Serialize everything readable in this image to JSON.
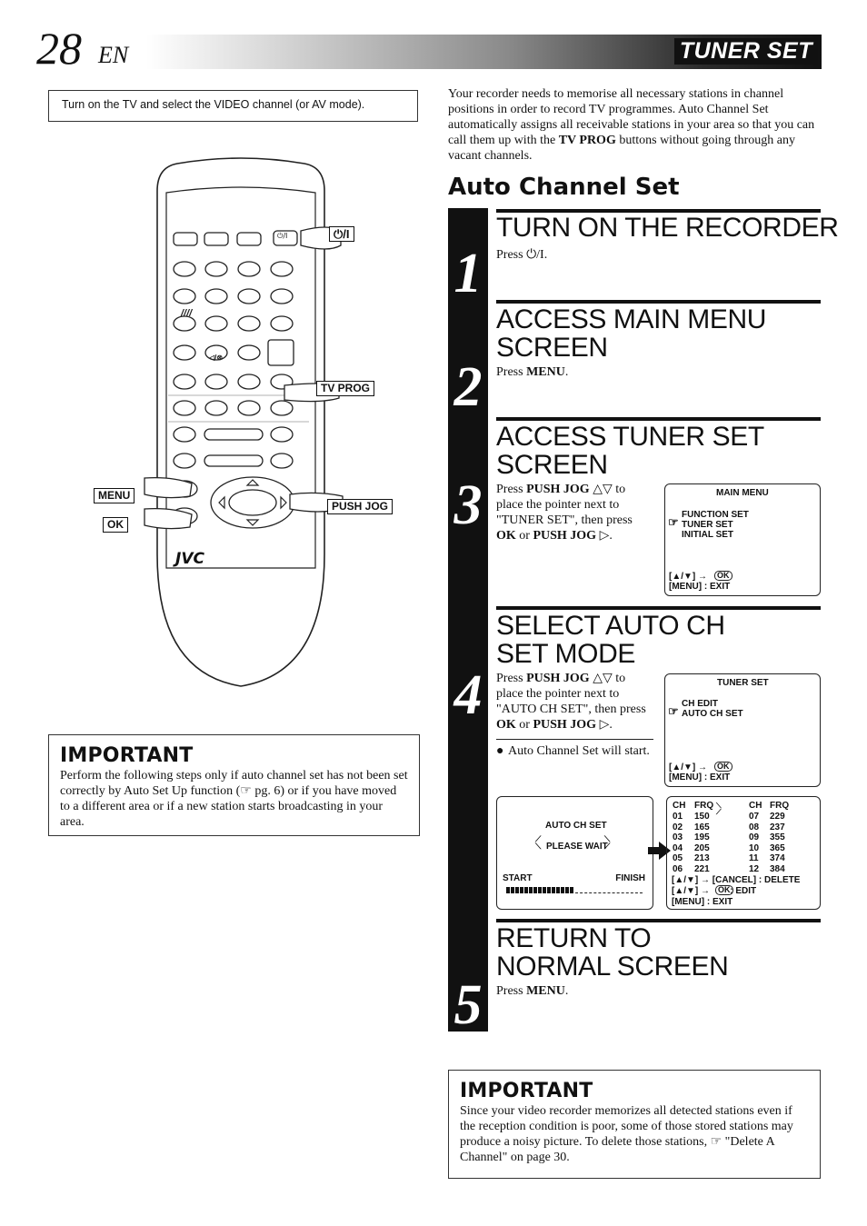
{
  "header": {
    "page_number": "28",
    "lang": "EN",
    "section_title": "TUNER SET"
  },
  "tv_instruction": "Turn on the TV and select the VIDEO channel (or AV mode).",
  "remote": {
    "brand": "JVC",
    "power_label": "⏻/I",
    "callouts": {
      "power": "⏻/I",
      "tv_prog": "TV PROG",
      "menu": "MENU",
      "ok": "OK",
      "push_jog": "PUSH JOG"
    }
  },
  "important_left": {
    "title": "IMPORTANT",
    "text": "Perform the following steps only if auto channel set has not been set correctly by Auto Set Up function (☞ pg. 6) or if you have moved to a different area or if a new station starts broadcasting in your area."
  },
  "intro": {
    "text_before": "Your recorder needs to memorise all necessary stations in channel positions in order to record TV programmes. Auto Channel Set automatically assigns all receivable stations in your area so that you can call them up with the ",
    "bold": "TV PROG",
    "text_after": " buttons without going through any vacant channels."
  },
  "section_heading": "Auto Channel Set",
  "steps": [
    {
      "num": "1",
      "title": "TURN ON THE RECORDER",
      "text_pre": "Press ",
      "text_bold": "⏻/I",
      "text_post": "."
    },
    {
      "num": "2",
      "title": "ACCESS MAIN MENU SCREEN",
      "text_pre": "Press ",
      "text_bold": "MENU",
      "text_post": "."
    },
    {
      "num": "3",
      "title": "ACCESS TUNER SET SCREEN",
      "p1": "Press ",
      "b1": "PUSH JOG",
      "p2": " △▽ to place the pointer next to \"TUNER SET\", then press ",
      "b2": "OK",
      "p3": " or ",
      "b3": "PUSH JOG",
      "p4": " ▷."
    },
    {
      "num": "4",
      "title": "SELECT AUTO CH SET MODE",
      "p1": "Press ",
      "b1": "PUSH JOG",
      "p2": " △▽ to place the pointer next to \"AUTO CH SET\", then press ",
      "b2": "OK",
      "p3": " or ",
      "b3": "PUSH JOG",
      "p4": " ▷.",
      "bullet": "Auto Channel Set will start."
    },
    {
      "num": "5",
      "title": "RETURN TO NORMAL SCREEN",
      "text_pre": "Press ",
      "text_bold": "MENU",
      "text_post": "."
    }
  ],
  "screens": {
    "main_menu": {
      "title": "MAIN MENU",
      "items": [
        "FUNCTION SET",
        "TUNER SET",
        "INITIAL SET"
      ],
      "nav1": "[▲/▼] →",
      "nav2": "[MENU] : EXIT"
    },
    "tuner_set": {
      "title": "TUNER SET",
      "items": [
        "CH EDIT",
        "AUTO CH SET"
      ],
      "nav1": "[▲/▼] →",
      "nav2": "[MENU] : EXIT"
    },
    "auto_ch_set": {
      "title": "AUTO CH SET",
      "wait": "PLEASE WAIT",
      "start": "START",
      "finish": "FINISH",
      "progress": 0.5
    },
    "channel_list": {
      "headers": [
        "CH",
        "FRQ",
        "CH",
        "FRQ"
      ],
      "left_rows": [
        [
          "01",
          "150"
        ],
        [
          "02",
          "165"
        ],
        [
          "03",
          "195"
        ],
        [
          "04",
          "205"
        ],
        [
          "05",
          "213"
        ],
        [
          "06",
          "221"
        ]
      ],
      "right_rows": [
        [
          "07",
          "229"
        ],
        [
          "08",
          "237"
        ],
        [
          "09",
          "355"
        ],
        [
          "10",
          "365"
        ],
        [
          "11",
          "374"
        ],
        [
          "12",
          "384"
        ]
      ],
      "line1": "[▲/▼] → [CANCEL] : DELETE",
      "line2": "[▲/▼] →        : EDIT",
      "line3": "[MENU] : EXIT"
    }
  },
  "important_right": {
    "title": "IMPORTANT",
    "text": "Since your video recorder memorizes all detected stations even if the reception condition is poor, some of those stored stations may produce a noisy picture. To delete those stations, ☞ \"Delete A Channel\" on page 30."
  }
}
